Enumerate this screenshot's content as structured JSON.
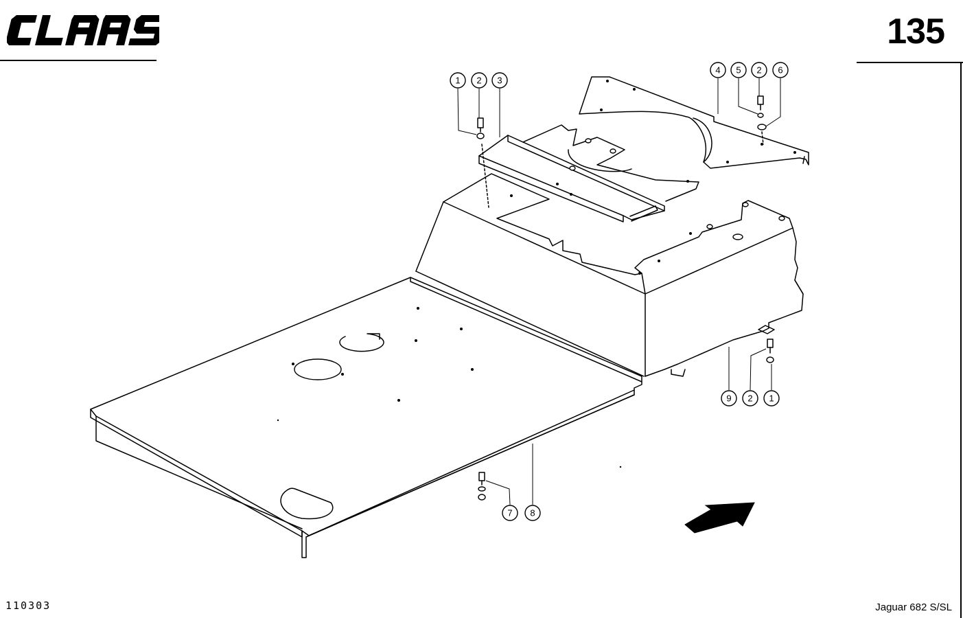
{
  "header": {
    "brand": "CLAAS",
    "page_number": "135"
  },
  "footer": {
    "code": "110303",
    "model": "Jaguar 682 S/SL"
  },
  "callouts": [
    "1",
    "2",
    "3",
    "4",
    "5",
    "2",
    "6",
    "9",
    "2",
    "1",
    "7",
    "8"
  ],
  "colors": {
    "ink": "#000000",
    "paper": "#ffffff"
  }
}
